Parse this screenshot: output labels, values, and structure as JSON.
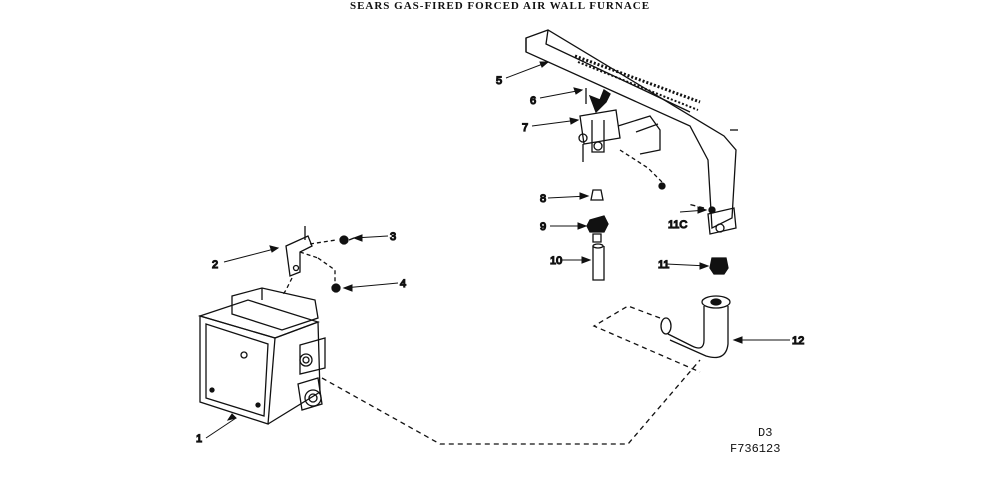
{
  "title": "SEARS GAS-FIRED FORCED AIR WALL FURNACE",
  "drawing_code": "D3",
  "figure_number": "F736123",
  "callouts": [
    "1",
    "2",
    "3",
    "4",
    "5",
    "6",
    "7",
    "8",
    "9",
    "10",
    "11",
    "11C",
    "12"
  ]
}
